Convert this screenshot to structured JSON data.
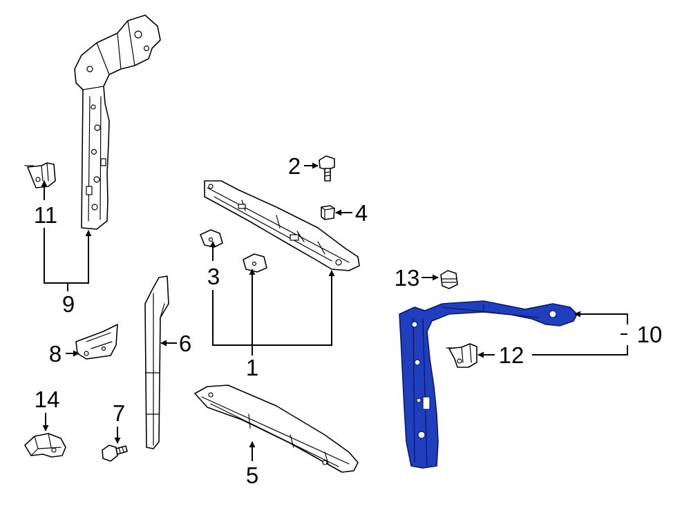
{
  "colors": {
    "background": "#ffffff",
    "line": "#000000",
    "part_fill": "#ffffff",
    "highlight_fill": "#1f3fbf",
    "highlight_stroke": "#0a1a60"
  },
  "callouts": [
    {
      "id": "1",
      "label": "1"
    },
    {
      "id": "2",
      "label": "2"
    },
    {
      "id": "3",
      "label": "3"
    },
    {
      "id": "4",
      "label": "4"
    },
    {
      "id": "5",
      "label": "5"
    },
    {
      "id": "6",
      "label": "6"
    },
    {
      "id": "7",
      "label": "7"
    },
    {
      "id": "8",
      "label": "8"
    },
    {
      "id": "9",
      "label": "9"
    },
    {
      "id": "10",
      "label": "10"
    },
    {
      "id": "11",
      "label": "11"
    },
    {
      "id": "12",
      "label": "12"
    },
    {
      "id": "13",
      "label": "13"
    },
    {
      "id": "14",
      "label": "14"
    }
  ],
  "highlighted_part": "10"
}
